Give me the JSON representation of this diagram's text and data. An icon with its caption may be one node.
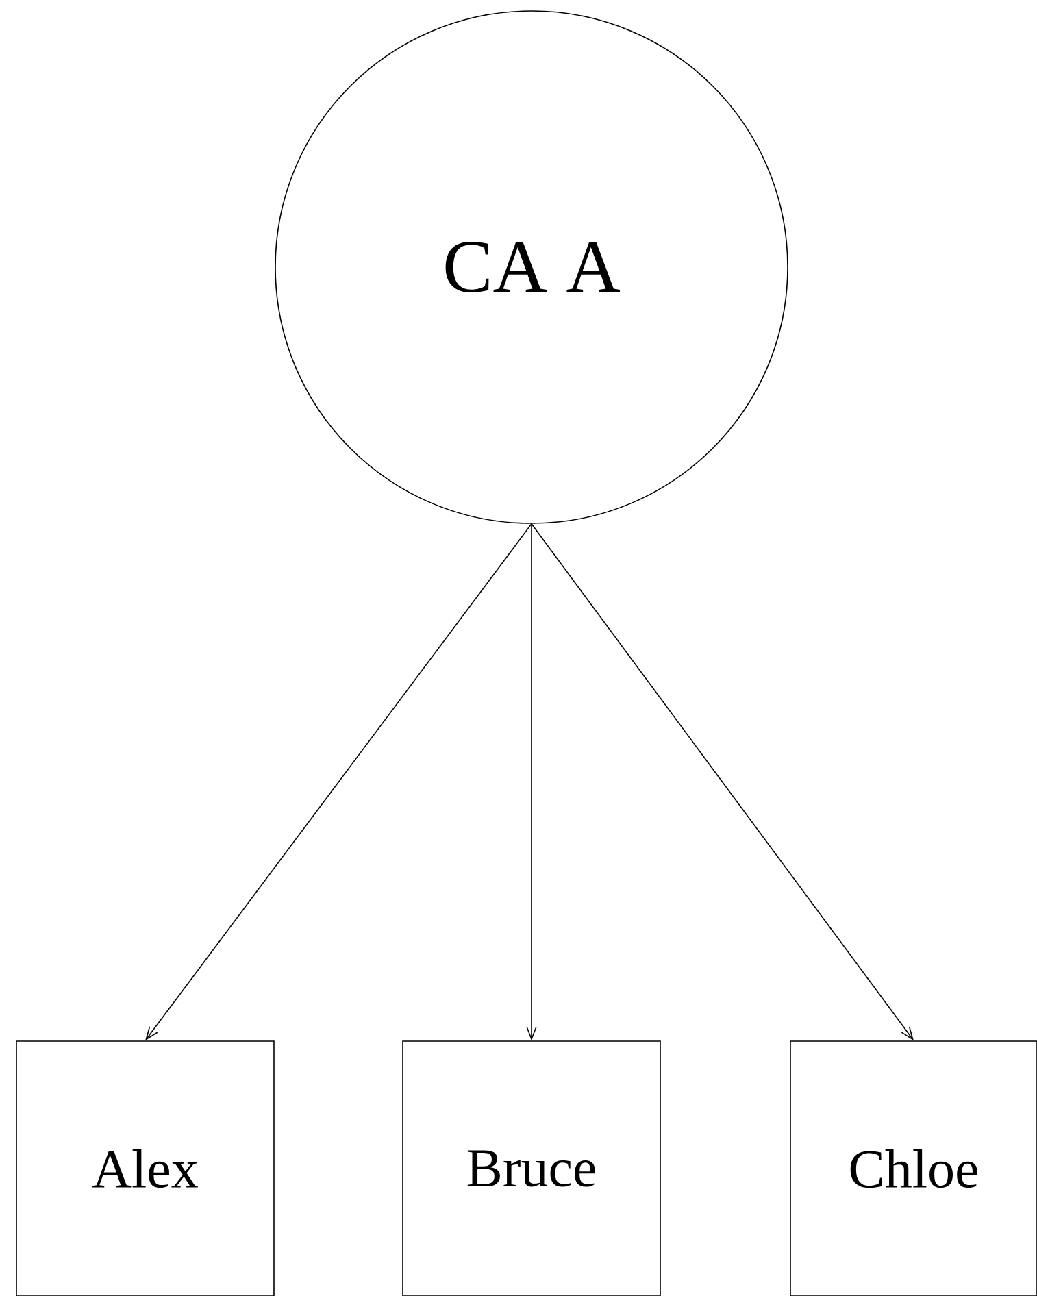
{
  "diagram": {
    "nodes": [
      {
        "text": [
          "CA A"
        ]
      },
      {
        "text": [
          "Alex"
        ]
      },
      {
        "text": [
          "Bruce"
        ]
      },
      {
        "text": [
          "Chloe"
        ]
      }
    ],
    "edges": [
      {
        "from": 0,
        "to": 1,
        "arrow": "to"
      },
      {
        "from": 0,
        "to": 2,
        "arrow": "to"
      },
      {
        "from": 0,
        "to": 3,
        "arrow": "to"
      }
    ]
  }
}
